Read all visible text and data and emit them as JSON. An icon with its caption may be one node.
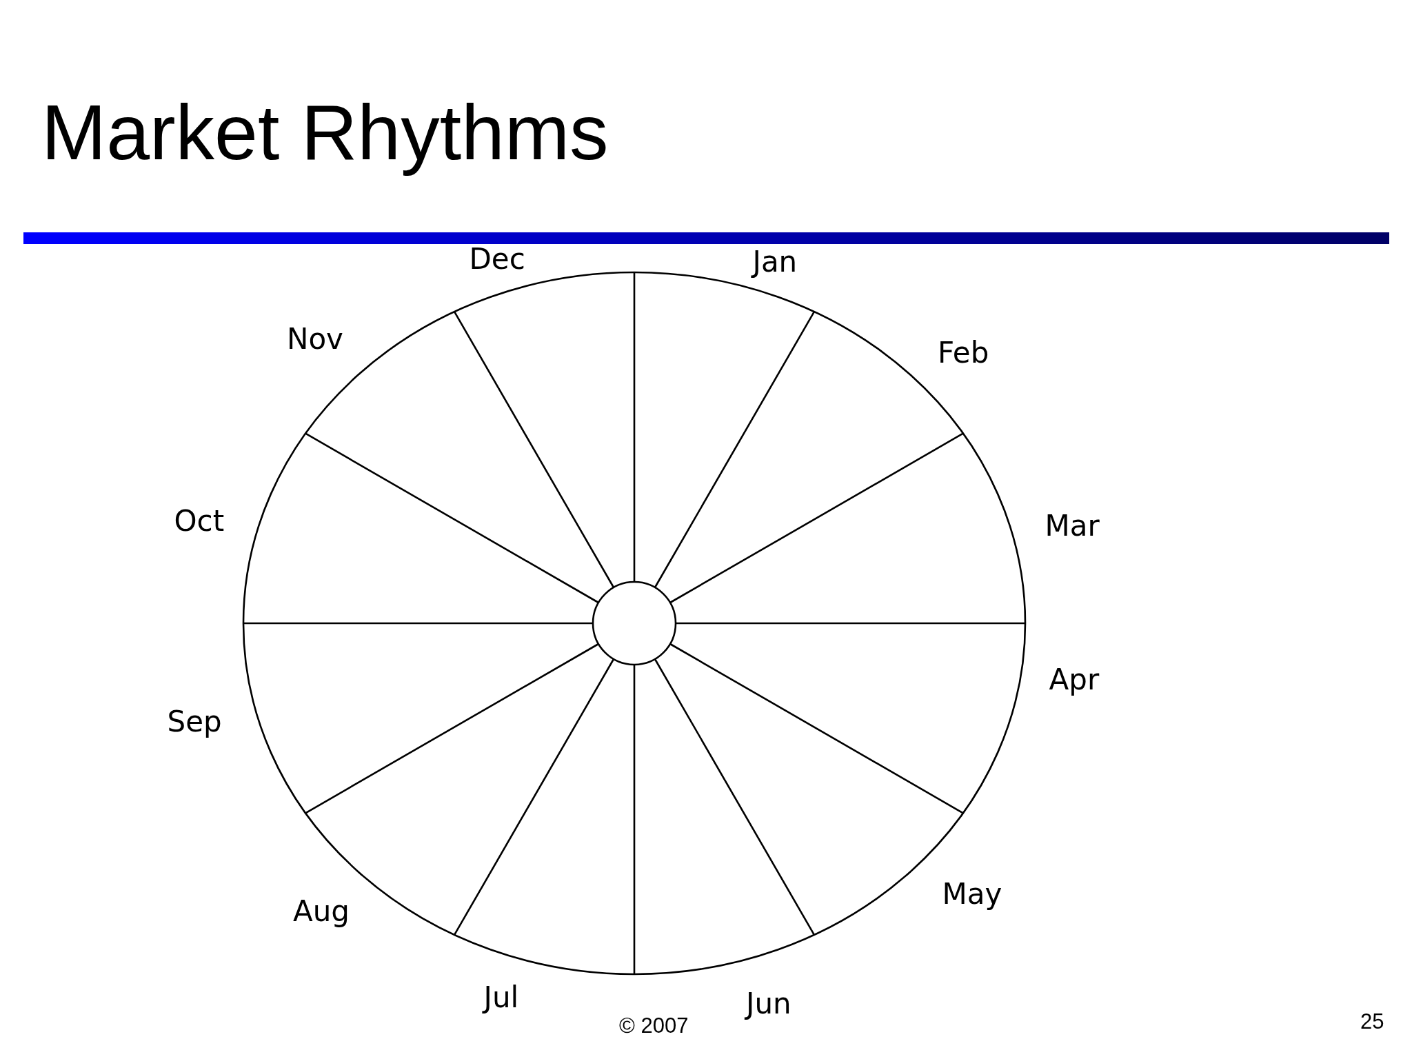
{
  "diagram": {
    "title": "Market Rhythms",
    "nodes": [
      {
        "text": [],
        "shape": "circle"
      }
    ],
    "labels": [
      "Jan",
      "Feb",
      "Mar",
      "Apr",
      "May",
      "Jun",
      "Jul",
      "Aug",
      "Sep",
      "Oct",
      "Nov",
      "Dec",
      "© 2007",
      "25"
    ]
  }
}
